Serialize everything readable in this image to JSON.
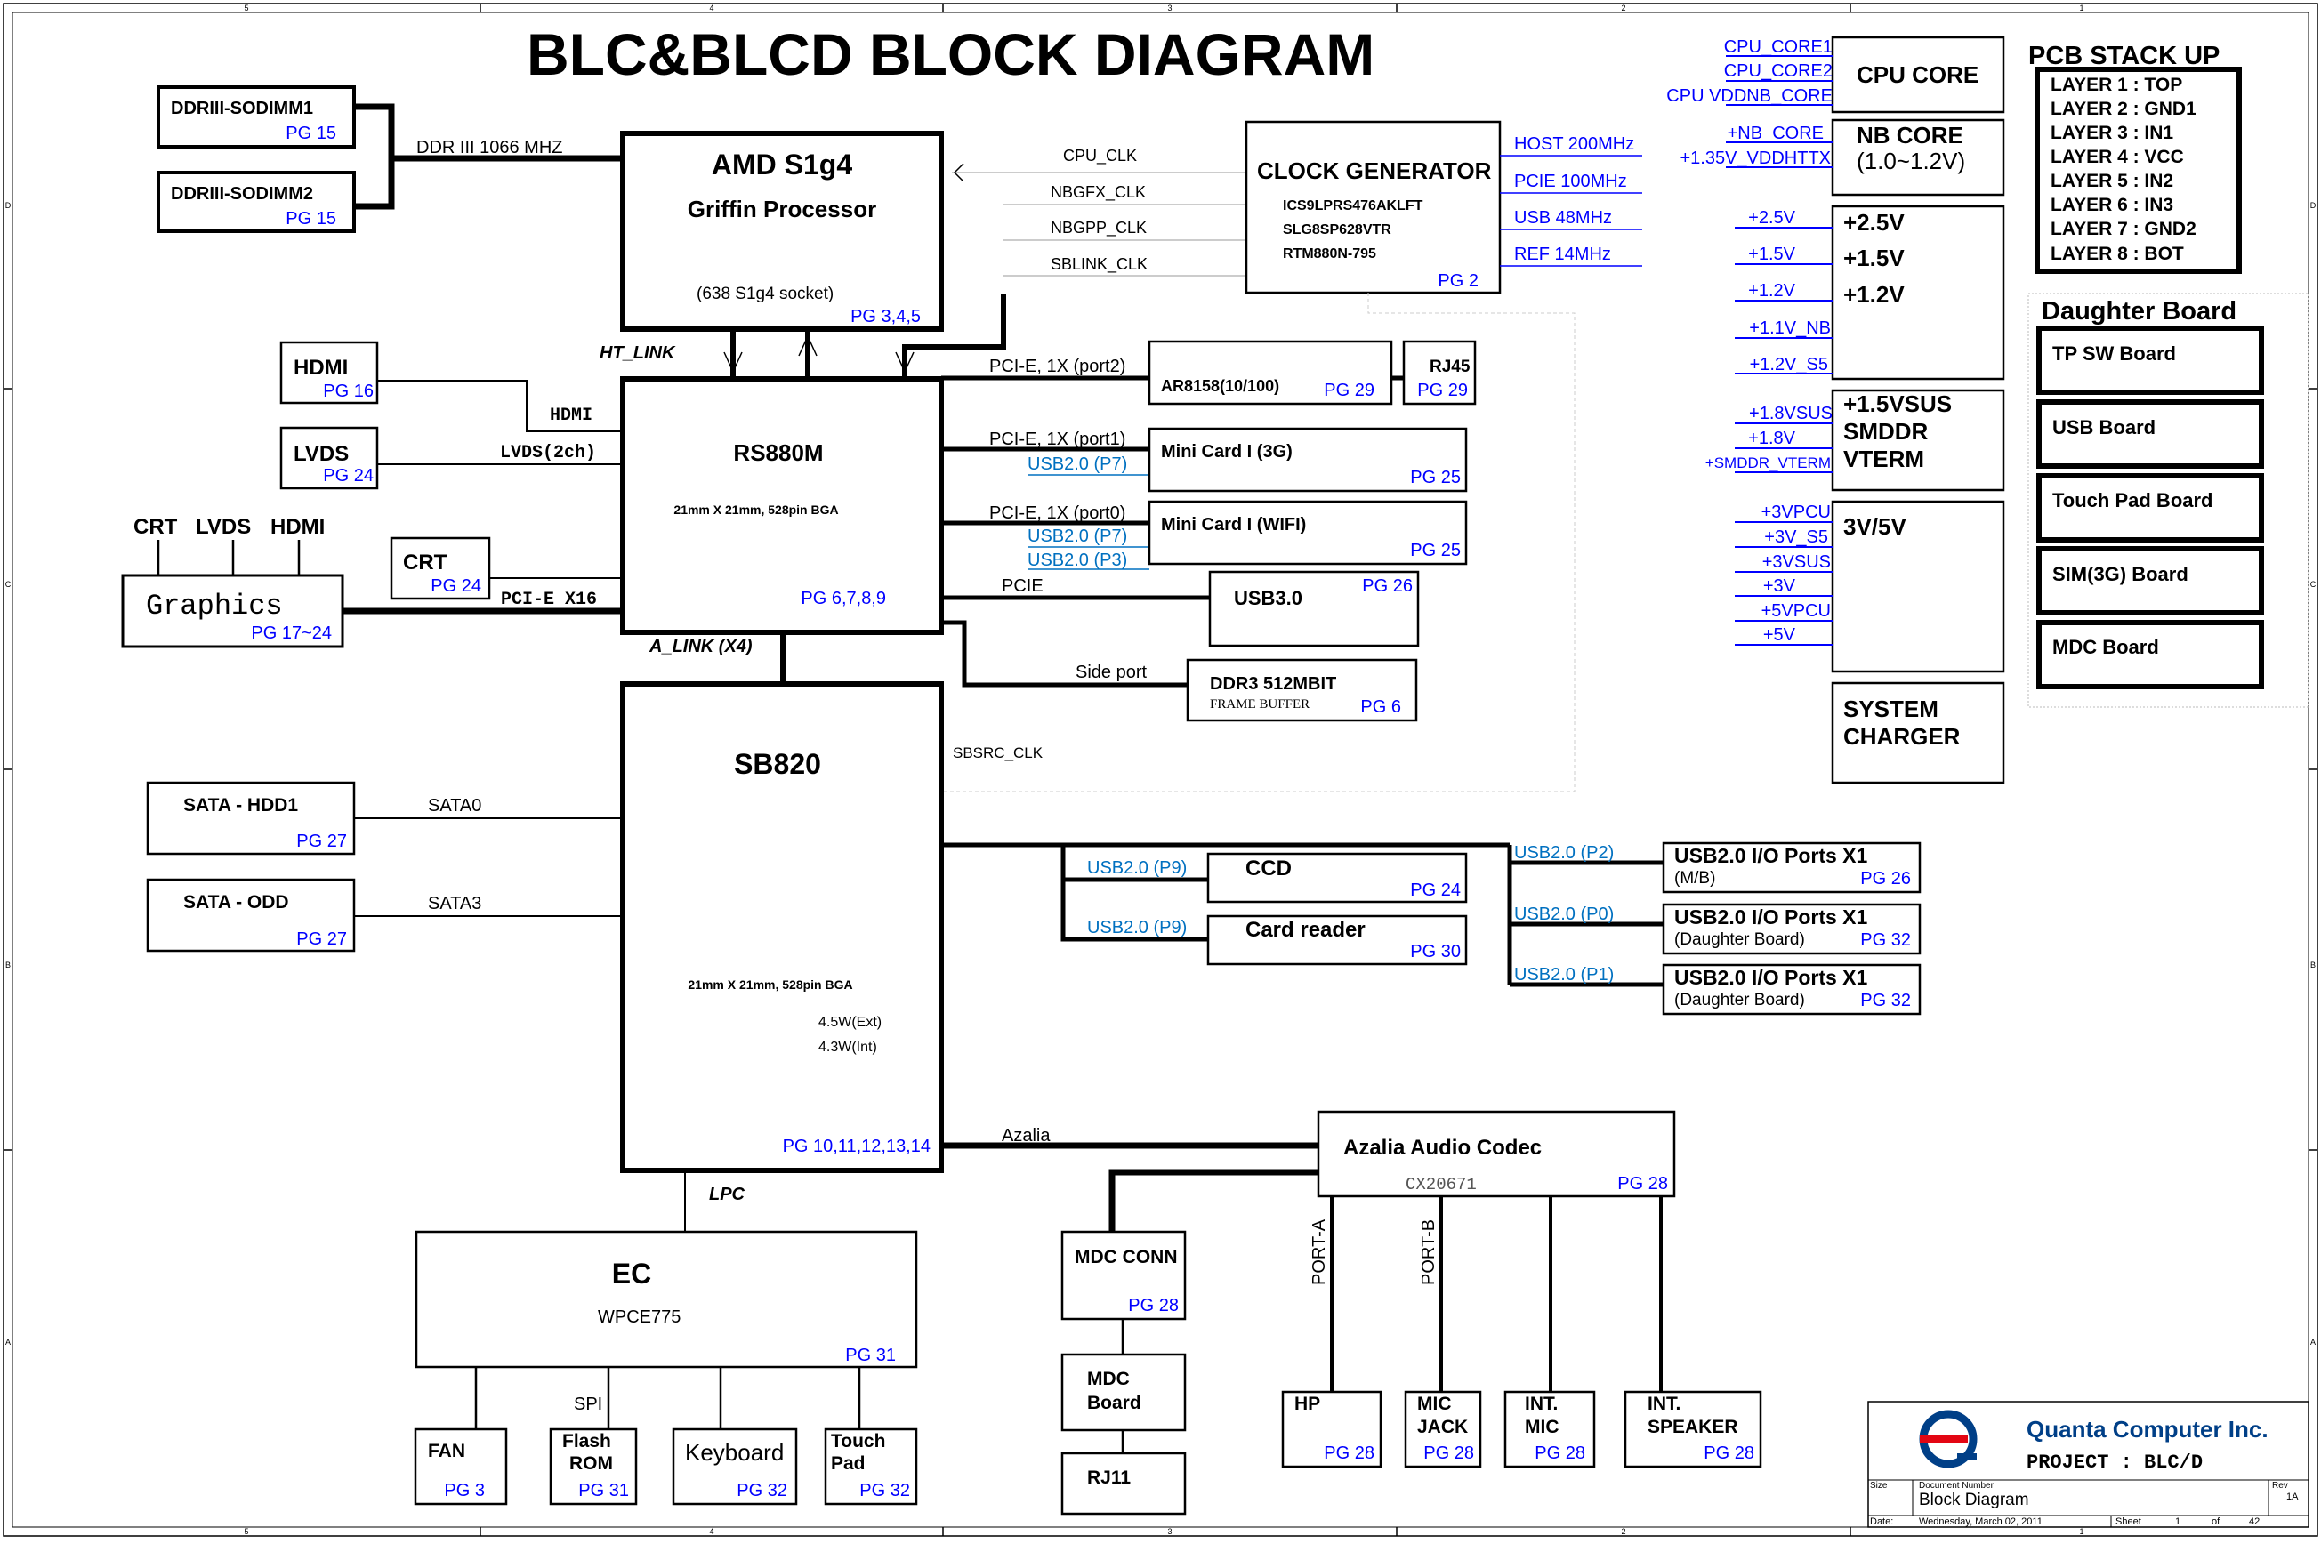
{
  "title": "BLC&BLCD BLOCK DIAGRAM",
  "colors": {
    "line": "#000000",
    "page_ref": "#0000ff",
    "usb": "#0070c0"
  },
  "border": {
    "top": [
      "5",
      "4",
      "3",
      "2",
      "1"
    ],
    "bottom": [
      "5",
      "4",
      "3",
      "2",
      "1"
    ],
    "left": [
      "D",
      "C",
      "B",
      "A"
    ],
    "right": [
      "D",
      "C",
      "B",
      "A"
    ]
  },
  "memory": {
    "dimm1": {
      "label": "DDRIII-SODIMM1",
      "pg": "PG 15"
    },
    "dimm2": {
      "label": "DDRIII-SODIMM2",
      "pg": "PG 15"
    },
    "bus": "DDR III  1066 MHZ"
  },
  "cpu": {
    "title": "AMD S1g4",
    "subtitle": "Griffin Processor",
    "socket": "(638 S1g4 socket)",
    "pg": "PG 3,4,5"
  },
  "clocks": {
    "cpu": "CPU_CLK",
    "nbgfx": "NBGFX_CLK",
    "nbgpp": "NBGPP_CLK",
    "sblink": "SBLINK_CLK",
    "gen_title": "CLOCK GENERATOR",
    "gen_parts": [
      "ICS9LPRS476AKLFT",
      "SLG8SP628VTR",
      "RTM880N-795"
    ],
    "gen_pg": "PG 2",
    "outputs": [
      "HOST 200MHz",
      "PCIE 100MHz",
      "USB 48MHz",
      "REF 14MHz"
    ]
  },
  "ht_link": "HT_LINK",
  "nb": {
    "title": "RS880M",
    "pkg": "21mm X 21mm, 528pin BGA",
    "pg": "PG 6,7,8,9"
  },
  "hdmi": {
    "label": "HDMI",
    "pg": "PG 16",
    "bus": "HDMI"
  },
  "lvds": {
    "label": "LVDS",
    "pg": "PG 24",
    "bus": "LVDS(2ch)"
  },
  "crt": {
    "label": "CRT",
    "pg": "PG 24"
  },
  "graphics": {
    "label": "Graphics",
    "pg": "PG 17~24",
    "bus": "PCI-E X16",
    "outs": [
      "CRT",
      "LVDS",
      "HDMI"
    ]
  },
  "lan": {
    "bus": "PCI-E, 1X (port2)",
    "chip": "AR8158(10/100)",
    "pg": "PG 29",
    "rj45": "RJ45",
    "rj45_pg": "PG 29"
  },
  "minicard3g": {
    "bus": "PCI-E, 1X (port1)",
    "usb": "USB2.0 (P7)",
    "label": "Mini Card I (3G)",
    "pg": "PG 25"
  },
  "minicardwifi": {
    "bus": "PCI-E, 1X (port0)",
    "usb1": "USB2.0 (P7)",
    "usb2": "USB2.0 (P3)",
    "label": "Mini Card I (WIFI)",
    "pg": "PG 25"
  },
  "usb3": {
    "bus": "PCIE",
    "label": "USB3.0",
    "pg": "PG 26"
  },
  "ddr3": {
    "bus": "Side port",
    "label": "DDR3 512MBIT",
    "sub": "FRAME BUFFER",
    "pg": "PG 6"
  },
  "a_link": "A_LINK (X4)",
  "sb": {
    "title": "SB820",
    "pkg": "21mm X 21mm, 528pin BGA",
    "pw_ext": "4.5W(Ext)",
    "pw_int": "4.3W(Int)",
    "pg": "PG 10,11,12,13,14",
    "sbsrc": "SBSRC_CLK"
  },
  "sata_hdd": {
    "label": "SATA - HDD1",
    "pg": "PG 27",
    "bus": "SATA0"
  },
  "sata_odd": {
    "label": "SATA - ODD",
    "pg": "PG 27",
    "bus": "SATA3"
  },
  "ccd": {
    "usb": "USB2.0 (P9)",
    "label": "CCD",
    "pg": "PG 24"
  },
  "cardreader": {
    "usb": "USB2.0 (P9)",
    "label": "Card reader",
    "pg": "PG 30"
  },
  "usbports": [
    {
      "usb": "USB2.0 (P2)",
      "label": "USB2.0  I/O Ports X1",
      "sub": "(M/B)",
      "pg": "PG 26"
    },
    {
      "usb": "USB2.0 (P0)",
      "label": "USB2.0  I/O Ports X1",
      "sub": "(Daughter Board)",
      "pg": "PG 32"
    },
    {
      "usb": "USB2.0 (P1)",
      "label": "USB2.0  I/O Ports X1",
      "sub": "(Daughter Board)",
      "pg": "PG 32"
    }
  ],
  "azalia": {
    "bus": "Azalia",
    "label": "Azalia Audio Codec",
    "chip": "CX20671",
    "pg": "PG 28",
    "port_a": "PORT-A",
    "port_b": "PORT-B"
  },
  "audio": {
    "hp": {
      "label": "HP",
      "pg": "PG 28"
    },
    "mic": {
      "l1": "MIC",
      "l2": "JACK",
      "pg": "PG 28"
    },
    "intmic": {
      "l1": "INT.",
      "l2": "MIC",
      "pg": "PG 28"
    },
    "spk": {
      "l1": "INT.",
      "l2": "SPEAKER",
      "pg": "PG 28"
    }
  },
  "mdc": {
    "conn": "MDC CONN",
    "conn_pg": "PG 28",
    "board1": "MDC",
    "board2": "Board",
    "rj11": "RJ11"
  },
  "lpc": "LPC",
  "ec": {
    "title": "EC",
    "chip": "WPCE775",
    "pg": "PG 31",
    "spi": "SPI"
  },
  "ec_children": {
    "fan": {
      "label": "FAN",
      "pg": "PG 3"
    },
    "flash": {
      "l1": "Flash",
      "l2": "ROM",
      "pg": "PG 31"
    },
    "kb": {
      "label": "Keyboard",
      "pg": "PG 32"
    },
    "tp": {
      "l1": "Touch",
      "l2": "Pad",
      "pg": "PG 32"
    }
  },
  "power": {
    "cpu_rails": [
      "CPU_CORE1",
      "CPU_CORE2",
      "CPU VDDNB_CORE"
    ],
    "cpu_core": "CPU CORE",
    "nb_rails": [
      "+NB_CORE",
      "+1.35V_VDDHTTX"
    ],
    "nb_core": "NB CORE",
    "nb_core_v": "(1.0~1.2V)",
    "vr_rails": [
      "+2.5V",
      "+1.5V",
      "+1.2V",
      "+1.1V_NB",
      "+1.2V_S5"
    ],
    "vr_box": [
      "+2.5V",
      "+1.5V",
      "+1.2V"
    ],
    "vsus_rails": [
      "+1.8VSUS",
      "+1.8V",
      "+SMDDR_VTERM"
    ],
    "vsus_box": [
      "+1.5VSUS",
      "SMDDR",
      "VTERM"
    ],
    "v3_rails": [
      "+3VPCU",
      "+3V_S5",
      "+3VSUS",
      "+3V",
      "+5VPCU",
      "+5V"
    ],
    "v3_box": "3V/5V",
    "charger": [
      "SYSTEM",
      "CHARGER"
    ]
  },
  "pcb_stack": {
    "title": "PCB STACK UP",
    "layers": [
      "LAYER 1 : TOP",
      "LAYER 2 : GND1",
      "LAYER 3 : IN1",
      "LAYER 4 : VCC",
      "LAYER 5 : IN2",
      "LAYER 6 : IN3",
      "LAYER 7 : GND2",
      "LAYER 8 : BOT"
    ]
  },
  "daughter": {
    "title": "Daughter Board",
    "boards": [
      "TP SW Board",
      "USB Board",
      "Touch Pad Board",
      "SIM(3G) Board",
      "MDC Board"
    ]
  },
  "titleblock": {
    "company": "Quanta Computer Inc.",
    "project": "PROJECT : BLC/D",
    "size_lbl": "Size",
    "docnum_lbl": "Document Number",
    "rev_lbl": "Rev",
    "doc": "Block Diagram",
    "rev": "1A",
    "date_lbl": "Date:",
    "date": "Wednesday, March 02, 2011",
    "sheet_lbl": "Sheet",
    "sheet": "1",
    "of_lbl": "of",
    "total": "42"
  }
}
